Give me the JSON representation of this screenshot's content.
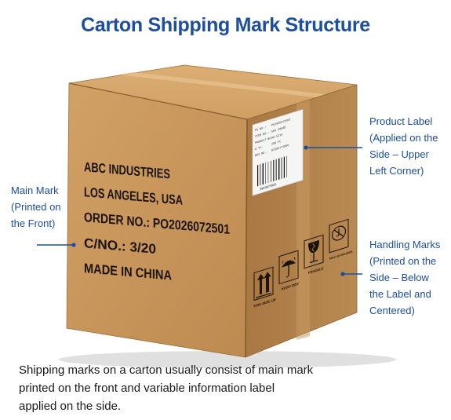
{
  "title": "Carton Shipping Mark Structure",
  "main_mark": {
    "label_lines": [
      "Main Mark",
      "(Printed on",
      "the Front)"
    ],
    "lines": [
      "ABC INDUSTRIES",
      "LOS ANGELES, USA",
      "ORDER NO.:  PO2026072501",
      "C/NO.:  3/20",
      "MADE IN CHINA"
    ]
  },
  "product_label": {
    "label_lines": [
      "Product Label",
      "(Applied on the",
      "Side – Upper",
      "Left Corner)"
    ],
    "sticker_rows": [
      {
        "key": "PO NO.:",
        "val": "PO2026072501"
      },
      {
        "key": "ITEM NO.:",
        "val": "SKU-20040"
      },
      {
        "key": "PRODUCT NO.:",
        "val": "AX-5210"
      },
      {
        "key": "Q'TY:",
        "val": "200 PC"
      },
      {
        "key": "BOX NO.:",
        "val": "D3309171866"
      }
    ],
    "barcode_number": "3069873965"
  },
  "handling_marks": {
    "label_lines": [
      "Handling Marks",
      "(Printed on the",
      "Side – Below",
      "the Label and",
      "Centered)"
    ],
    "symbols": [
      {
        "icon": "this-side-up-icon",
        "text": "THIS SIDE UP"
      },
      {
        "icon": "keep-dry-icon",
        "text": "KEEP DRY"
      },
      {
        "icon": "fragile-icon",
        "text": "FRAGILE"
      },
      {
        "icon": "max-weight-icon",
        "text": "MAX 40 ROUNDS"
      }
    ]
  },
  "caption_lines": [
    "Shipping marks on a carton usually consist of main mark",
    "printed on the front and variable information label",
    "applied on the side."
  ],
  "colors": {
    "accent": "#1d4ea0",
    "cardboard_front": "#c69559",
    "cardboard_side": "#b4834b",
    "cardboard_top": "#d4a56b",
    "print": "#1c130b"
  }
}
